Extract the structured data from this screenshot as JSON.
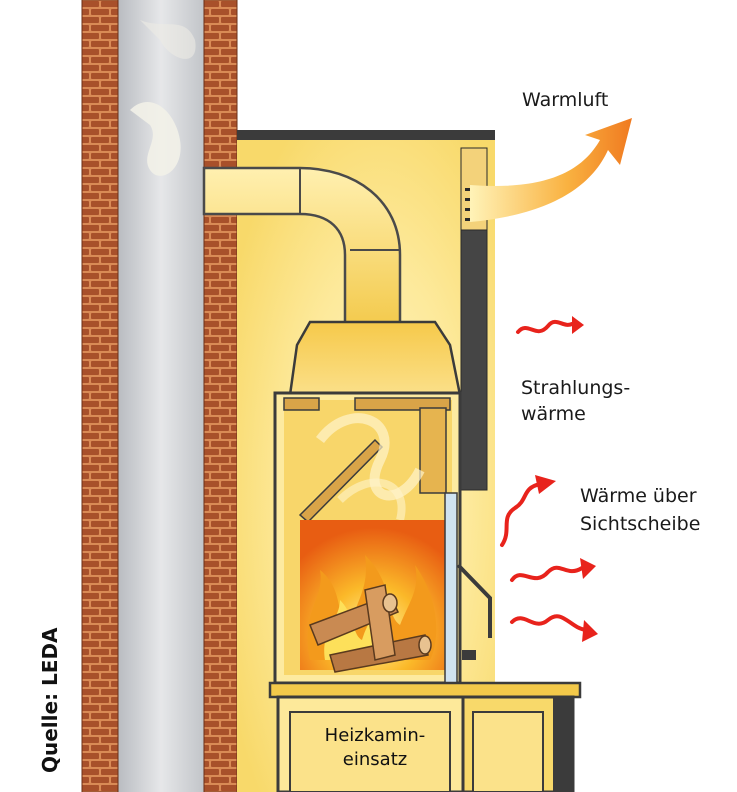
{
  "labels": {
    "warm_air": "Warmluft",
    "radiant_heat_line1": "Strahlungs-",
    "radiant_heat_line2": "wärme",
    "glass_heat_line1": "Wärme über",
    "glass_heat_line2": "Sichtscheibe",
    "insert_line1": "Heizkamin-",
    "insert_line2": "einsatz",
    "source": "Quelle: LEDA"
  },
  "colors": {
    "brick": "#a8502a",
    "brick_mortar": "#d98a55",
    "chimney_flue": "#c9ccd0",
    "housing": "#fbe28a",
    "outline": "#3b3b3b",
    "heat_arrow": "#e8231c",
    "warm_air_arrow": "#f07a20",
    "flame": "#f39a1c"
  }
}
